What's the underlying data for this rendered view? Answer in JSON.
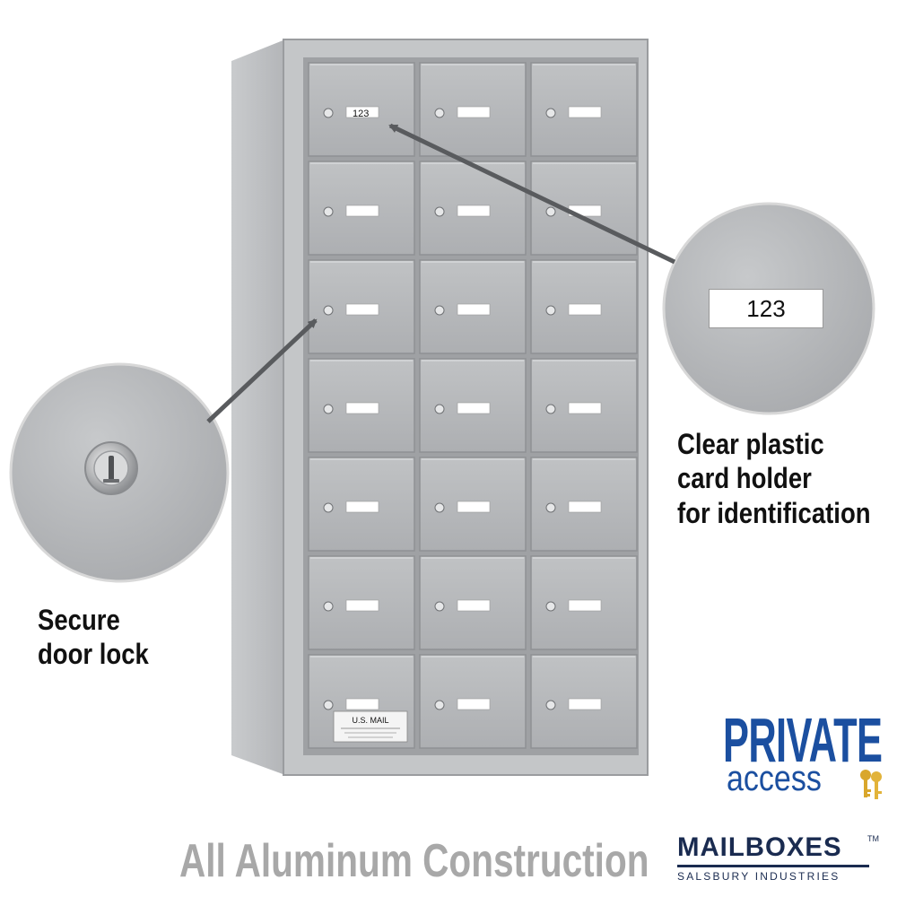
{
  "card_label": "123",
  "usmail_plate": "U.S. MAIL",
  "zoom_card_label": "123",
  "lock_caption": [
    "Secure",
    "door lock"
  ],
  "card_caption": [
    "Clear plastic",
    "card holder",
    "for identification"
  ],
  "bottom_caption": "All Aluminum Construction",
  "private_logo": {
    "word": "PRIVATE",
    "sub": "access",
    "icon": "keys-icon"
  },
  "mailboxes_logo": {
    "word": "MAILBOXES",
    "tm": "TM",
    "sub": "SALSBURY INDUSTRIES"
  },
  "grid": {
    "rows": 7,
    "cols": 3
  },
  "colors": {
    "aluminum": "#b4b6b8",
    "frame": "#c2c4c6",
    "brand_blue": "#1b4fa0",
    "brand_navy": "#1a2b50",
    "caption_gray": "#a8a8a8"
  }
}
